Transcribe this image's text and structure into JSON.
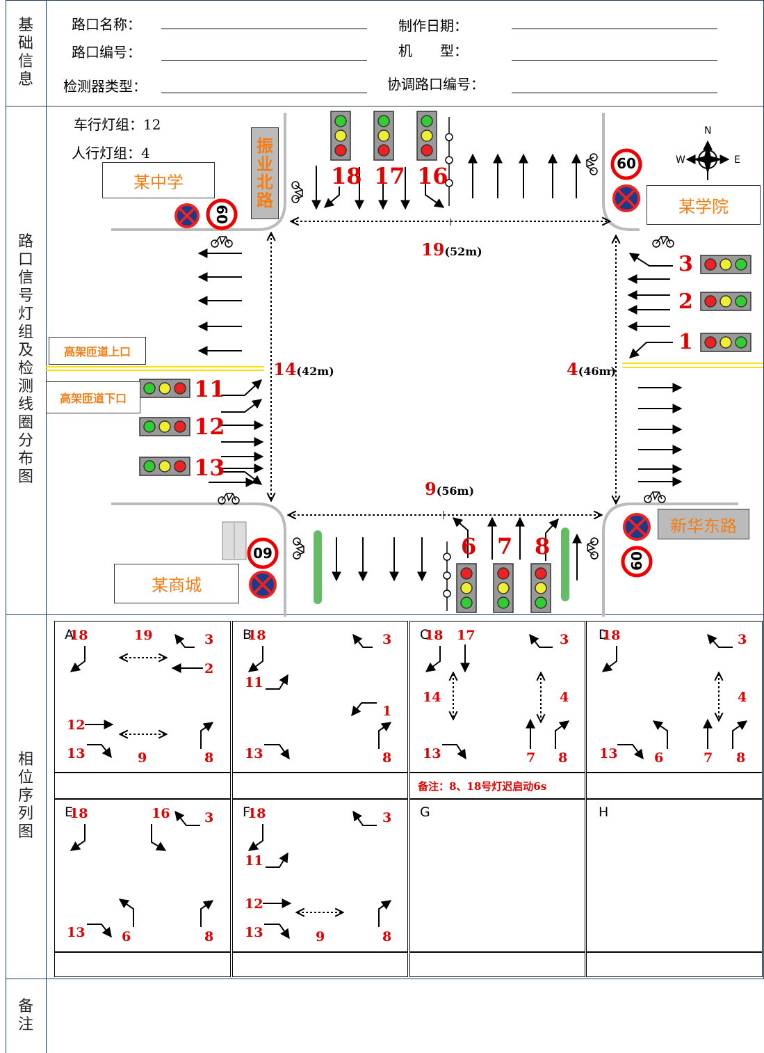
{
  "sections": {
    "basic": "基础信息",
    "layout": "路口信号灯组及检测线圈分布图",
    "phase": "相位序列图",
    "remark": "备注"
  },
  "info": {
    "name_label": "路口名称：",
    "date_label": "制作日期：",
    "number_label": "路口编号：",
    "model_label": "机　　型：",
    "detector_label": "检测器类型：",
    "coord_label": "协调路口编号："
  },
  "counts": {
    "vehicle": "车行灯组：12",
    "pedestrian": "人行灯组：4"
  },
  "landmarks": {
    "school": "某中学",
    "road_north": "振业北路",
    "college": "某学院",
    "mall": "某商城",
    "road_east": "新华东路",
    "ramp_up": "高架匝道上口",
    "ramp_down": "高架匝道下口"
  },
  "signs": {
    "speed": "60"
  },
  "compass": {
    "n": "N",
    "w": "W",
    "e": "E"
  },
  "groups": {
    "g1": "1",
    "g2": "2",
    "g3": "3",
    "g6": "6",
    "g7": "7",
    "g8": "8",
    "g11": "11",
    "g12": "12",
    "g13": "13",
    "g16": "16",
    "g17": "17",
    "g18": "18"
  },
  "crossings": {
    "north": {
      "num": "19",
      "len": "(52m)"
    },
    "west": {
      "num": "14",
      "len": "(42m)"
    },
    "east": {
      "num": "4",
      "len": "(46m)"
    },
    "south": {
      "num": "9",
      "len": "(56m)"
    }
  },
  "phases": [
    {
      "label": "A",
      "groups": [
        "18",
        "19",
        "3",
        "2",
        "12",
        "13",
        "9",
        "8"
      ]
    },
    {
      "label": "B",
      "groups": [
        "18",
        "3",
        "11",
        "1",
        "13",
        "8"
      ]
    },
    {
      "label": "C",
      "groups": [
        "18",
        "17",
        "3",
        "14",
        "4",
        "13",
        "7",
        "8"
      ]
    },
    {
      "label": "D",
      "groups": [
        "18",
        "3",
        "4",
        "13",
        "6",
        "7",
        "8"
      ]
    },
    {
      "label": "E",
      "groups": [
        "18",
        "16",
        "3",
        "13",
        "6",
        "8"
      ]
    },
    {
      "label": "F",
      "groups": [
        "18",
        "3",
        "11",
        "12",
        "13",
        "9",
        "8"
      ]
    },
    {
      "label": "G",
      "groups": []
    },
    {
      "label": "H",
      "groups": []
    }
  ],
  "phase_note": "备注：8、18号灯迟启动6s"
}
